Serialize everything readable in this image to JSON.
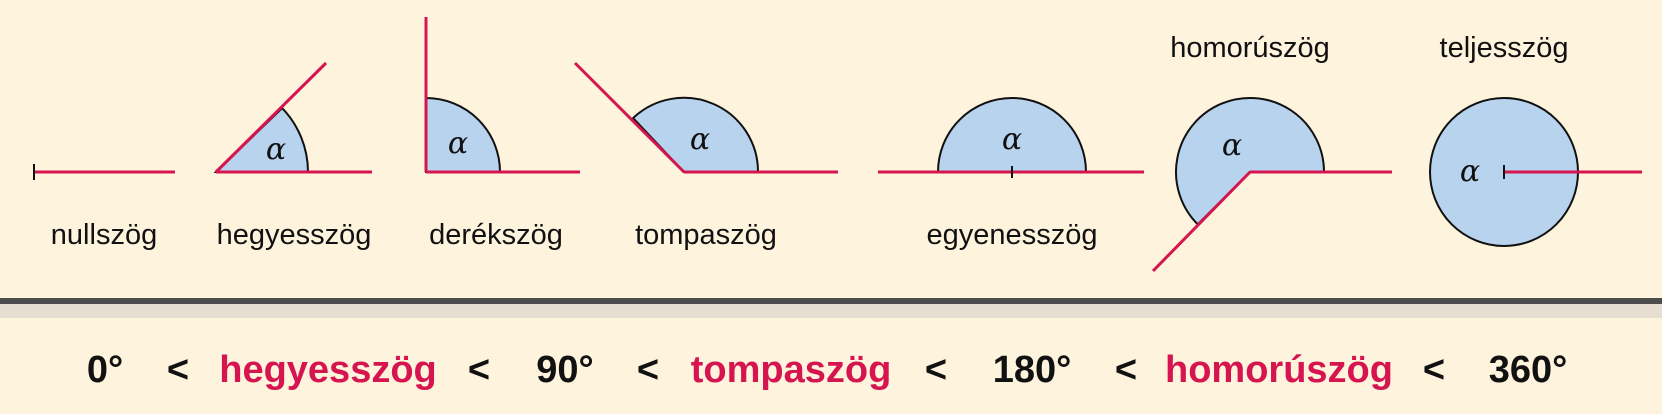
{
  "colors": {
    "background": "#fef3dc",
    "ray": "#d6144f",
    "fill": "#b8d3ee",
    "text": "#111111",
    "accent_text": "#d6144f",
    "divider": "#4d4d4d"
  },
  "alpha_symbol": "α",
  "angles": {
    "zero": {
      "label": "nullszög"
    },
    "acute": {
      "label": "hegyesszög"
    },
    "right": {
      "label": "derékszög"
    },
    "obtuse": {
      "label": "tompaszög"
    },
    "straight": {
      "label": "egyenesszög"
    },
    "reflex": {
      "label": "homorúszög"
    },
    "full": {
      "label": "teljesszög"
    }
  },
  "scale": {
    "items": [
      {
        "text": "0°",
        "kind": "value"
      },
      {
        "text": "<",
        "kind": "op"
      },
      {
        "text": "hegyesszög",
        "kind": "term"
      },
      {
        "text": "<",
        "kind": "op"
      },
      {
        "text": "90°",
        "kind": "value"
      },
      {
        "text": "<",
        "kind": "op"
      },
      {
        "text": "tompaszög",
        "kind": "term"
      },
      {
        "text": "<",
        "kind": "op"
      },
      {
        "text": "180°",
        "kind": "value"
      },
      {
        "text": "<",
        "kind": "op"
      },
      {
        "text": "homorúszög",
        "kind": "term"
      },
      {
        "text": "<",
        "kind": "op"
      },
      {
        "text": "360°",
        "kind": "value"
      }
    ]
  }
}
